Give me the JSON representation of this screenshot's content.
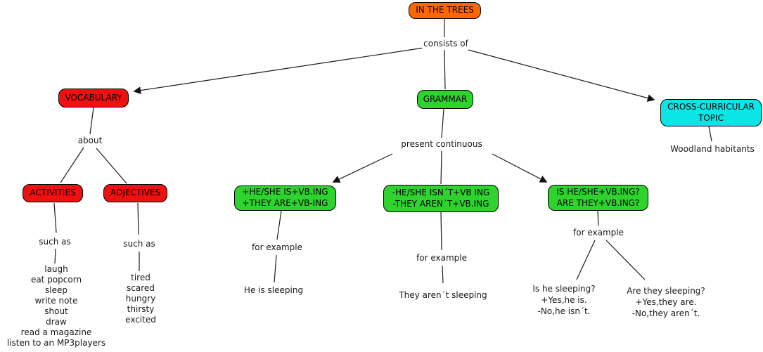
{
  "colors": {
    "orange": "#FF6600",
    "red": "#EE1111",
    "green": "#2ED32E",
    "cyan": "#0AE6E6",
    "background": "#FFFFFF",
    "line": "#1C1C1C"
  },
  "nodes": {
    "root": "IN THE TREES",
    "vocabulary": "VOCABULARY",
    "grammar": "GRAMMAR",
    "cross_curricular": "CROSS-CURRICULAR\nTOPIC",
    "activities": "ACTIVITIES",
    "adjectives": "ADJECTIVES",
    "affirmative": "+HE/SHE IS+VB.ING\n+THEY ARE+VB-ING",
    "negative": "-HE/SHE ISN´T+VB ING\n-THEY AREN´T+VB.ING",
    "interrogative": "IS HE/SHE+VB.ING?\nARE THEY+VB.ING?"
  },
  "linking_phrases": {
    "consists_of": "consists of",
    "about": "about",
    "present_continuous": "present continuous",
    "such_as_activities": "such as",
    "such_as_adjectives": "such as",
    "for_example_affirmative": "for example",
    "for_example_negative": "for example",
    "for_example_interrogative": "for example"
  },
  "topic_note": "Woodland habitants",
  "examples": {
    "affirmative": "He is sleeping",
    "negative": "They aren´t sleeping",
    "interrogative_he": "Is he sleeping?\n+Yes,he is.\n-No,he isn´t.",
    "interrogative_they": "Are they sleeping?\n+Yes,they are.\n-No,they aren´t."
  },
  "lists": {
    "activities": [
      "laugh",
      "eat popcorn",
      "sleep",
      "write note",
      "shout",
      "draw",
      "read a magazine",
      "listen to an MP3players"
    ],
    "adjectives": [
      "tired",
      "scared",
      "hungry",
      "thirsty",
      "excited"
    ]
  }
}
